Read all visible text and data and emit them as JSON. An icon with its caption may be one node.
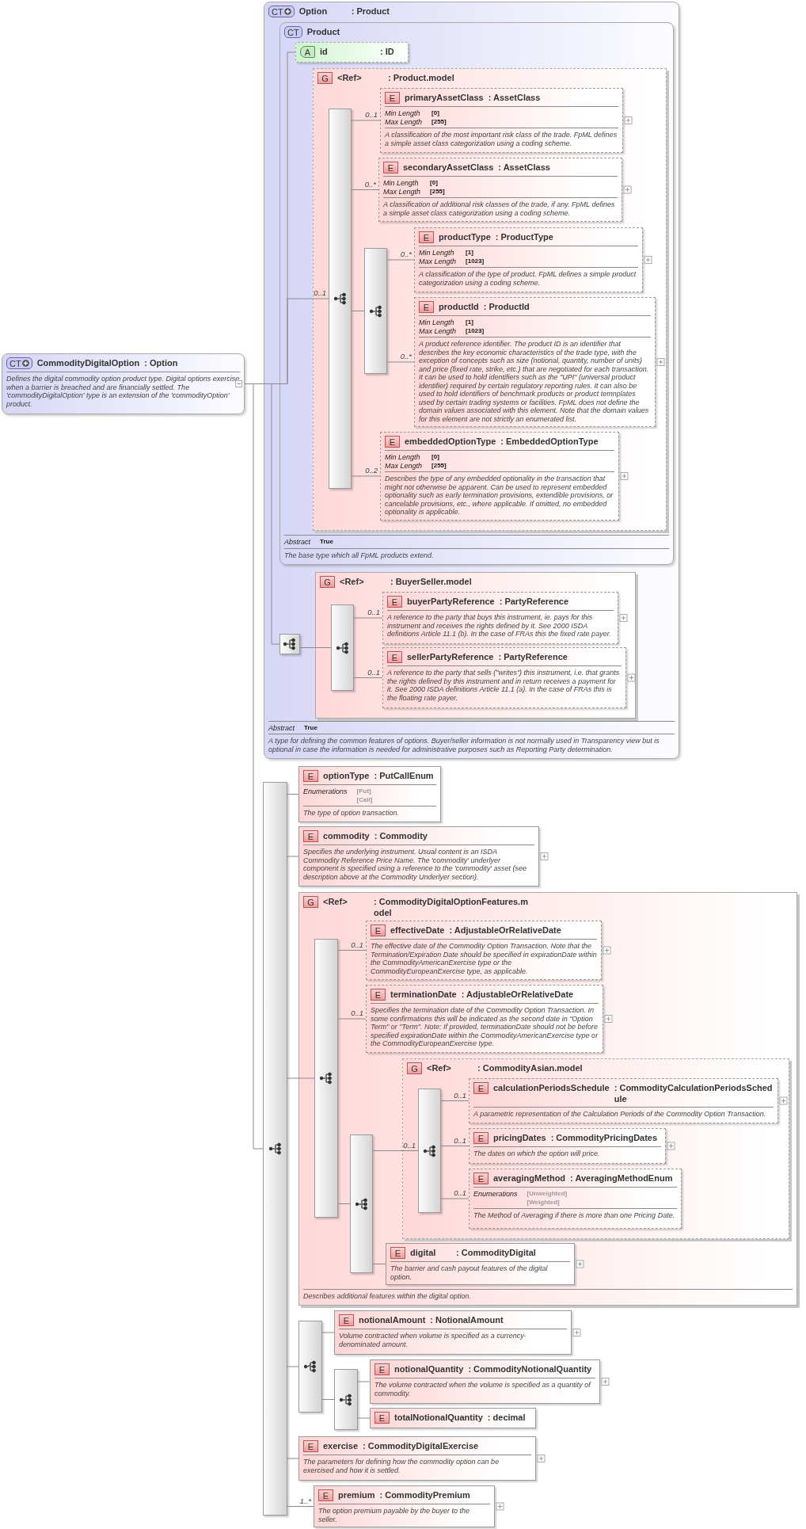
{
  "diagram": {
    "nodes": [
      {
        "text": [
          "CT",
          "CommodityDigitalOption",
          ": Option",
          "Defines the digital commodity option product type. Digital options exercise when a barrier is breached and are financially settled. The 'commodityDigitalOption' type is an extension of the 'commodityOption' product."
        ]
      },
      {
        "text": [
          "CT",
          "Option",
          ": Product",
          "Abstract",
          "True",
          "A type for defining the common features of options. Buyer/seller information is not normally used in Transparency view but is optional in case the information is needed for administrative purposes such as Reporting Party determination."
        ]
      },
      {
        "text": [
          "CT",
          "Product",
          "Abstract",
          "True",
          "The base type which all FpML products extend."
        ],
        "in": 1
      },
      {
        "text": [
          "A",
          "id",
          ": ID"
        ],
        "in": 2
      },
      {
        "text": [
          "G",
          "<Ref>",
          ": Product.model"
        ],
        "in": 2
      },
      {
        "text": [],
        "shape": "bar",
        "in": 4
      },
      {
        "text": [
          "E",
          "primaryAssetClass",
          ": AssetClass",
          "Min Length",
          "[0]",
          "Max Length",
          "[255]",
          "A classification of the most important risk class of the trade. FpML defines a simple asset class categorization using a coding scheme."
        ],
        "in": 4
      },
      {
        "text": [
          "E",
          "secondaryAssetClass",
          ": AssetClass",
          "Min Length",
          "[0]",
          "Max Length",
          "[255]",
          "A classification of additional risk classes of the trade, if any. FpML defines a simple asset class categorization using a coding scheme."
        ],
        "in": 4
      },
      {
        "text": [],
        "shape": "bar",
        "in": 4
      },
      {
        "text": [
          "E",
          "productType",
          ": ProductType",
          "Min Length",
          "[1]",
          "Max Length",
          "[1023]",
          "A classification of the type of product. FpML defines a simple product categorization using a coding scheme."
        ],
        "in": 4
      },
      {
        "text": [
          "E",
          "productId",
          ": ProductId",
          "Min Length",
          "[1]",
          "Max Length",
          "[1023]",
          "A product reference identifier. The product ID is an identifier that describes the key economic characteristics of the trade type, with the exception of concepts such as size (notional, quantity, number of units) and price (fixed rate, strike, etc.) that are negotiated for each transaction. It can be used to hold identifiers such as the \"UPI\" (universal product identifier) required by certain regulatory reporting rules. It can also be used to hold identifiers of benchmark products or product temnplates used by certain trading systems or facilities. FpML does not define the domain values associated with this element. Note that the domain values for this element are not strictly an enumerated list."
        ],
        "in": 4
      },
      {
        "text": [
          "E",
          "embeddedOptionType",
          ": EmbeddedOptionType",
          "Min Length",
          "[0]",
          "Max Length",
          "[255]",
          "Describes the type of any embedded optionality in the transaction that might not otherwise be apparent. Can be used to represent embedded optionality such as early termination provisions, extendible provisions, or cancelable provisions, etc., where applicable. If omitted, no embedded optionality is applicable."
        ],
        "in": 4
      },
      {
        "text": [],
        "shape": "box",
        "in": 1
      },
      {
        "text": [
          "G",
          "<Ref>",
          ": BuyerSeller.model"
        ],
        "in": 1
      },
      {
        "text": [],
        "shape": "bar",
        "in": 13
      },
      {
        "text": [
          "E",
          "buyerPartyReference",
          ": PartyReference",
          "A reference to the party that buys this instrument, ie. pays for this instrument and receives the rights defined by it. See 2000 ISDA definitions Article 11.1 (b). In the case of FRAs this the fixed rate payer."
        ],
        "in": 13
      },
      {
        "text": [
          "E",
          "sellerPartyReference",
          ": PartyReference",
          "A reference to the party that sells (\"writes\") this instrument, i.e. that grants the rights defined by this instrument and in return receives a payment for it. See 2000 ISDA definitions Article 11.1 (a). In the case of FRAs this is the floating rate payer."
        ],
        "in": 13
      },
      {
        "text": [],
        "shape": "bar"
      },
      {
        "text": [
          "E",
          "optionType",
          ": PutCallEnum",
          "Enumerations",
          "[Put] [Call]",
          "The type of option transaction."
        ]
      },
      {
        "text": [
          "E",
          "commodity",
          ": Commodity",
          "Specifies the underlying instrument. Usual content is an ISDA Commodity Reference Price Name. The 'commodity' underlyer component is specified using a reference to the 'commodity' asset (see description above at the Commodity Underlyer section)."
        ]
      },
      {
        "text": [
          "G",
          "<Ref>",
          ": CommodityDigitalOptionFeatures.model",
          "Describes additional features within the digital option."
        ]
      },
      {
        "text": [],
        "shape": "bar",
        "in": 20
      },
      {
        "text": [
          "E",
          "effectiveDate",
          ": AdjustableOrRelativeDate",
          "The effective date of the Commodity Option Transaction. Note that the Termination/Expiration Date should be specified in expirationDate within the CommodityAmericanExercise type or the CommodityEuropeanExercise type, as applicable."
        ],
        "in": 20
      },
      {
        "text": [
          "E",
          "terminationDate",
          ": AdjustableOrRelativeDate",
          "Specifies the termination date of the Commodity Option Transaction. In some confirmations this will be indicated as the second date in \"Option Term\" or \"Term\". Note: If provided, terminationDate should not be before specified expirationDate within the CommodityAmericanExercise type or the CommodityEuropeanExercise type."
        ],
        "in": 20
      },
      {
        "text": [],
        "shape": "bar",
        "in": 20
      },
      {
        "text": [
          "G",
          "<Ref>",
          ": CommodityAsian.model"
        ],
        "in": 20
      },
      {
        "text": [],
        "shape": "bar",
        "in": 25
      },
      {
        "text": [
          "E",
          "calculationPeriodsSchedule",
          ": CommodityCalculationPeriodsSchedule",
          "A parametric representation of the Calculation Periods of the Commodity Option Transaction."
        ],
        "in": 25
      },
      {
        "text": [
          "E",
          "pricingDates",
          ": CommodityPricingDates",
          "The dates on which the option will price."
        ],
        "in": 25
      },
      {
        "text": [
          "E",
          "averagingMethod",
          ": AveragingMethodEnum",
          "Enumerations",
          "[Unweighted] [Weighted]",
          "The Method of Averaging if there is more than one Pricing Date."
        ],
        "in": 25
      },
      {
        "text": [
          "E",
          "digital",
          ": CommodityDigital",
          "The barrier and cash payout features of the digital option."
        ],
        "in": 20
      },
      {
        "text": [],
        "shape": "bar"
      },
      {
        "text": [
          "E",
          "notionalAmount",
          ": NotionalAmount",
          "Volume contracted when volume is specified as a currency-denominated amount."
        ]
      },
      {
        "text": [],
        "shape": "bar"
      },
      {
        "text": [
          "E",
          "notionalQuantity",
          ": CommodityNotionalQuantity",
          "The volume contracted when the volume is specified as a quantity of commodity."
        ]
      },
      {
        "text": [
          "E",
          "totalNotionalQuantity",
          ": decimal"
        ]
      },
      {
        "text": [
          "E",
          "exercise",
          ": CommodityDigitalExercise",
          "The parameters for defining how the commodity option can be exercised and how it is settled."
        ]
      },
      {
        "text": [
          "E",
          "premium",
          ": CommodityPremium",
          "The option premium payable by the buyer to the seller."
        ]
      }
    ],
    "edges": [
      {
        "from": 0,
        "to": 3,
        "arrow": "none"
      },
      {
        "from": 0,
        "to": 5,
        "arrow": "none",
        "label": "0..1"
      },
      {
        "from": 0,
        "to": 12,
        "arrow": "none"
      },
      {
        "from": 0,
        "to": 17,
        "arrow": "none"
      },
      {
        "from": 5,
        "to": 6,
        "arrow": "none",
        "label": "0..1"
      },
      {
        "from": 5,
        "to": 7,
        "arrow": "none",
        "label": "0..*"
      },
      {
        "from": 5,
        "to": 8,
        "arrow": "none"
      },
      {
        "from": 8,
        "to": 9,
        "arrow": "none",
        "label": "0..*"
      },
      {
        "from": 8,
        "to": 10,
        "arrow": "none",
        "label": "0..*"
      },
      {
        "from": 5,
        "to": 11,
        "arrow": "none",
        "label": "0..2"
      },
      {
        "from": 12,
        "to": 14,
        "arrow": "none"
      },
      {
        "from": 14,
        "to": 15,
        "arrow": "none",
        "label": "0..1"
      },
      {
        "from": 14,
        "to": 16,
        "arrow": "none",
        "label": "0..1"
      },
      {
        "from": 17,
        "to": 18,
        "arrow": "none"
      },
      {
        "from": 17,
        "to": 19,
        "arrow": "none"
      },
      {
        "from": 17,
        "to": 21,
        "arrow": "none"
      },
      {
        "from": 21,
        "to": 22,
        "arrow": "none",
        "label": "0..1"
      },
      {
        "from": 21,
        "to": 23,
        "arrow": "none",
        "label": "0..1"
      },
      {
        "from": 21,
        "to": 24,
        "arrow": "none"
      },
      {
        "from": 24,
        "to": 26,
        "arrow": "none",
        "label": "0..1"
      },
      {
        "from": 26,
        "to": 27,
        "arrow": "none",
        "label": "0..1"
      },
      {
        "from": 26,
        "to": 28,
        "arrow": "none",
        "label": "0..1"
      },
      {
        "from": 26,
        "to": 29,
        "arrow": "none",
        "label": "0..1"
      },
      {
        "from": 24,
        "to": 30,
        "arrow": "none"
      },
      {
        "from": 17,
        "to": 31,
        "arrow": "none"
      },
      {
        "from": 31,
        "to": 32,
        "arrow": "none"
      },
      {
        "from": 31,
        "to": 33,
        "arrow": "none"
      },
      {
        "from": 33,
        "to": 34,
        "arrow": "none"
      },
      {
        "from": 33,
        "to": 35,
        "arrow": "none"
      },
      {
        "from": 17,
        "to": 36,
        "arrow": "none"
      },
      {
        "from": 17,
        "to": 37,
        "arrow": "none",
        "label": "1..*"
      }
    ]
  }
}
